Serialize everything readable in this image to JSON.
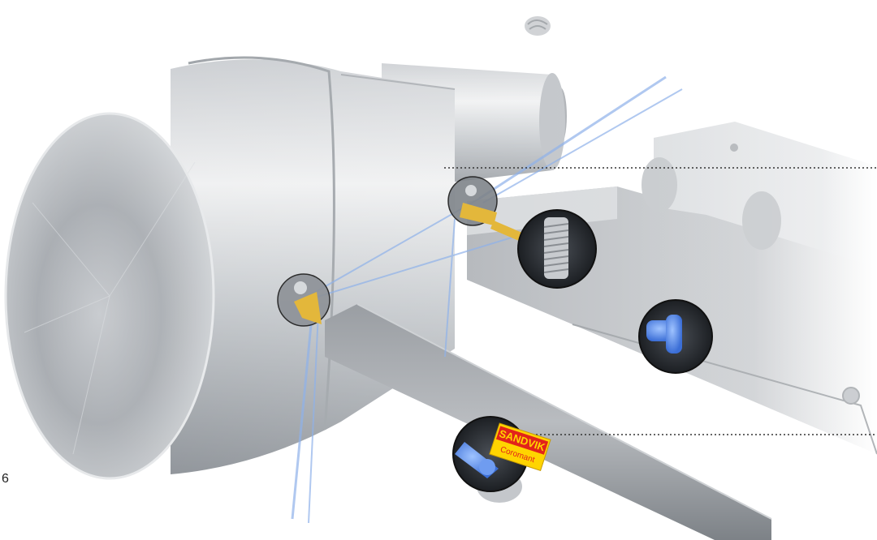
{
  "page": {
    "number": "6"
  },
  "logo": {
    "text": "SANDVIK",
    "sub": "Coromant"
  },
  "colors": {
    "steel_light": "#e6e8ea",
    "steel_mid": "#b7bbc0",
    "steel_dark": "#777c82",
    "coolant": "#8fb2ea",
    "insert_gold": "#e3b73b",
    "logo_red": "#e2231a",
    "logo_yellow": "#ffd400"
  }
}
